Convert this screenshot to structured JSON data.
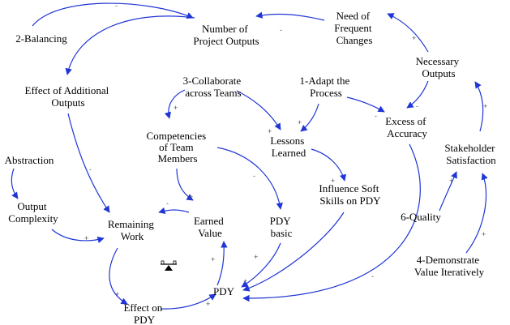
{
  "diagram": {
    "nodes": {
      "number_of_project_outputs": [
        "Number of",
        "Project Outputs"
      ],
      "need_of_frequent_changes": [
        "Need of",
        "Frequent",
        "Changes"
      ],
      "balancing_2": [
        "2-Balancing"
      ],
      "necessary_outputs": [
        "Necessary",
        "Outputs"
      ],
      "effect_of_additional_outputs": [
        "Effect of Additional",
        "Outputs"
      ],
      "collaborate_3": [
        "3-Collaborate",
        "across Teams"
      ],
      "adapt_1": [
        "1-Adapt the",
        "Process"
      ],
      "excess_of_accuracy": [
        "Excess of",
        "Accuracy"
      ],
      "competencies": [
        "Competencies",
        "of Team",
        "Members"
      ],
      "lessons_learned": [
        "Lessons",
        "Learned"
      ],
      "stakeholder_satisfaction": [
        "Stakeholder",
        "Satisfaction"
      ],
      "abstraction": [
        "Abstraction"
      ],
      "influence_soft_skills": [
        "Influence Soft",
        "Skills on PDY"
      ],
      "output_complexity": [
        "Output",
        "Complexity"
      ],
      "remaining_work": [
        "Remaining",
        "Work"
      ],
      "earned_value": [
        "Earned",
        "Value"
      ],
      "pdy_basic": [
        "PDY",
        "basic"
      ],
      "quality_6": [
        "6-Quality"
      ],
      "demonstrate_4": [
        "4-Demonstrate",
        "Value Iteratively"
      ],
      "pdy": [
        "PDY"
      ],
      "effect_on_pdy": [
        "Effect on",
        "PDY"
      ]
    },
    "polarities": {
      "balancing_to_outputs": "-",
      "need_to_outputs": "-",
      "necessary_to_need": "+",
      "necessary_to_excess": "-",
      "adapt_to_excess": "-",
      "collab_to_competencies": "+",
      "collab_to_lessons": "+",
      "adapt_to_lessons": "+",
      "competencies_to_earned": "+",
      "competencies_to_pdybasic": "-",
      "lessons_to_influence": "+",
      "effect_add_to_remaining": "-",
      "earned_to_remaining": "-",
      "complexity_to_remaining": "+",
      "stakeholder_to_necessary": "+",
      "quality_to_stakeholder": "+",
      "demonstrate_to_stakeholder": "+",
      "remaining_to_effect": "+",
      "effect_to_pdy": "+",
      "pdy_to_earned": "+",
      "pdybasic_to_pdy": "+",
      "influence_to_pdy": "+",
      "excess_to_pdy": "-"
    }
  }
}
